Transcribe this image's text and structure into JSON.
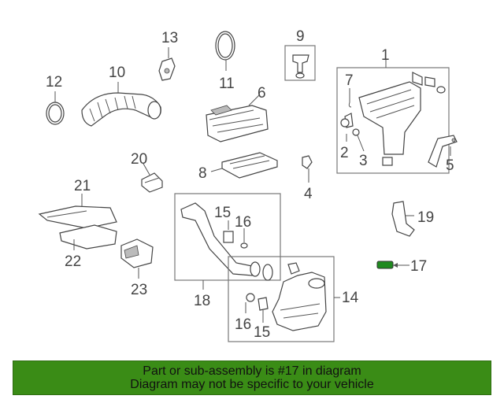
{
  "diagram": {
    "callouts": {
      "c1": "1",
      "c2": "2",
      "c3": "3",
      "c4": "4",
      "c5": "5",
      "c6": "6",
      "c7": "7",
      "c8": "8",
      "c9": "9",
      "c10": "10",
      "c11": "11",
      "c12": "12",
      "c13": "13",
      "c14": "14",
      "c15a": "15",
      "c15b": "15",
      "c16a": "16",
      "c16b": "16",
      "c17": "17",
      "c18": "18",
      "c19": "19",
      "c20": "20",
      "c21": "21",
      "c22": "22",
      "c23": "23"
    },
    "highlight_part": "17",
    "colors": {
      "highlight_fill": "#1f8a1f",
      "footer_bg": "#3a8c16",
      "line_art": "#444444"
    }
  },
  "footer": {
    "line1": "Part or sub-assembly is #17 in diagram",
    "line2": "Diagram may not be specific to your vehicle"
  }
}
